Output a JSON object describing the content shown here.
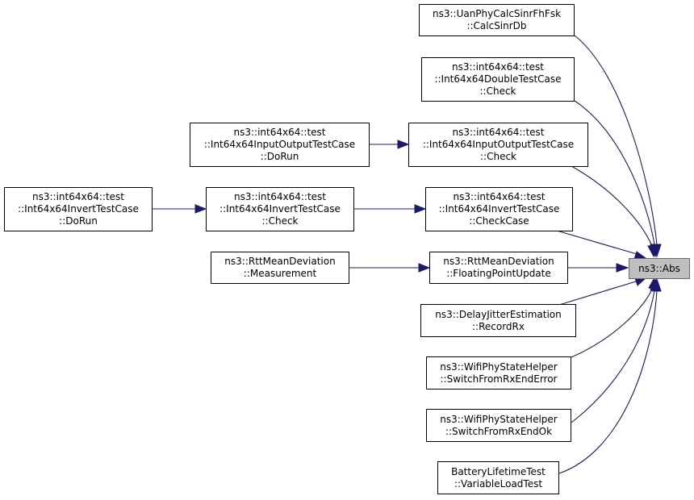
{
  "graph": {
    "edge_color": "#191970",
    "target_fill": "#bfbfbf",
    "target": {
      "line1": "ns3::Abs"
    },
    "n_calc_sinr_db": {
      "line1": "ns3::UanPhyCalcSinrFhFsk",
      "line2": "::CalcSinrDb"
    },
    "n_double_check": {
      "line1": "ns3::int64x64::test",
      "line2": "::Int64x64DoubleTestCase",
      "line3": "::Check"
    },
    "n_io_doRun": {
      "line1": "ns3::int64x64::test",
      "line2": "::Int64x64InputOutputTestCase",
      "line3": "::DoRun"
    },
    "n_io_check": {
      "line1": "ns3::int64x64::test",
      "line2": "::Int64x64InputOutputTestCase",
      "line3": "::Check"
    },
    "n_inv_doRun": {
      "line1": "ns3::int64x64::test",
      "line2": "::Int64x64InvertTestCase",
      "line3": "::DoRun"
    },
    "n_inv_check": {
      "line1": "ns3::int64x64::test",
      "line2": "::Int64x64InvertTestCase",
      "line3": "::Check"
    },
    "n_inv_checkCase": {
      "line1": "ns3::int64x64::test",
      "line2": "::Int64x64InvertTestCase",
      "line3": "::CheckCase"
    },
    "n_rtt_measurement": {
      "line1": "ns3::RttMeanDeviation",
      "line2": "::Measurement"
    },
    "n_rtt_fpu": {
      "line1": "ns3::RttMeanDeviation",
      "line2": "::FloatingPointUpdate"
    },
    "n_delay_recordRx": {
      "line1": "ns3::DelayJitterEstimation",
      "line2": "::RecordRx"
    },
    "n_wifi_rxEndError": {
      "line1": "ns3::WifiPhyStateHelper",
      "line2": "::SwitchFromRxEndError"
    },
    "n_wifi_rxEndOk": {
      "line1": "ns3::WifiPhyStateHelper",
      "line2": "::SwitchFromRxEndOk"
    },
    "n_battery": {
      "line1": "BatteryLifetimeTest",
      "line2": "::VariableLoadTest"
    }
  }
}
